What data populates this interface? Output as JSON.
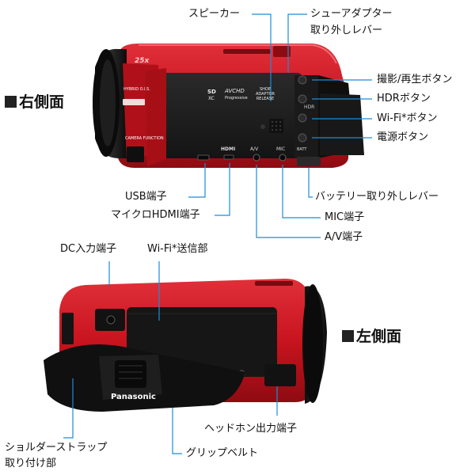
{
  "headings": {
    "right_side": "右側面",
    "left_side": "左側面"
  },
  "camera_markings": {
    "zoom": "25x",
    "sd": "SD",
    "xc": "XC",
    "avchd": "AVCHD",
    "progressive": "Progressive",
    "shoe_adaptor": "SHOE ADAPTOR RELEASE",
    "hdr": "HDR",
    "hdmi": "HDMI",
    "av": "A/V",
    "mic": "MIC",
    "batt": "BATT",
    "brand": "Panasonic",
    "hybrid": "HYBRID O.I.S.",
    "camera_function": "CAMERA FUNCTION"
  },
  "right_labels": {
    "speaker": "スピーカー",
    "shoe_release_line1": "シューアダプター",
    "shoe_release_line2": "取り外しレバー",
    "rec_play": "撮影/再生ボタン",
    "hdr_button": "HDRボタン",
    "wifi_button": "Wi-Fi*ボタン",
    "power_button": "電源ボタン",
    "battery_release": "バッテリー取り外しレバー",
    "usb": "USB端子",
    "micro_hdmi": "マイクロHDMI端子",
    "mic": "MIC端子",
    "av": "A/V端子"
  },
  "left_labels": {
    "dc_in": "DC入力端子",
    "wifi_antenna": "Wi-Fi*送信部",
    "headphone": "ヘッドホン出力端子",
    "strap_line1": "ショルダーストラップ",
    "strap_line2": "取り付け部",
    "grip_belt": "グリップベルト"
  },
  "colors": {
    "body_red": "#c8141e",
    "dark_red": "#8e0b12",
    "panel_black": "#1c1c1c",
    "leader_blue": "#1a8ed8"
  }
}
